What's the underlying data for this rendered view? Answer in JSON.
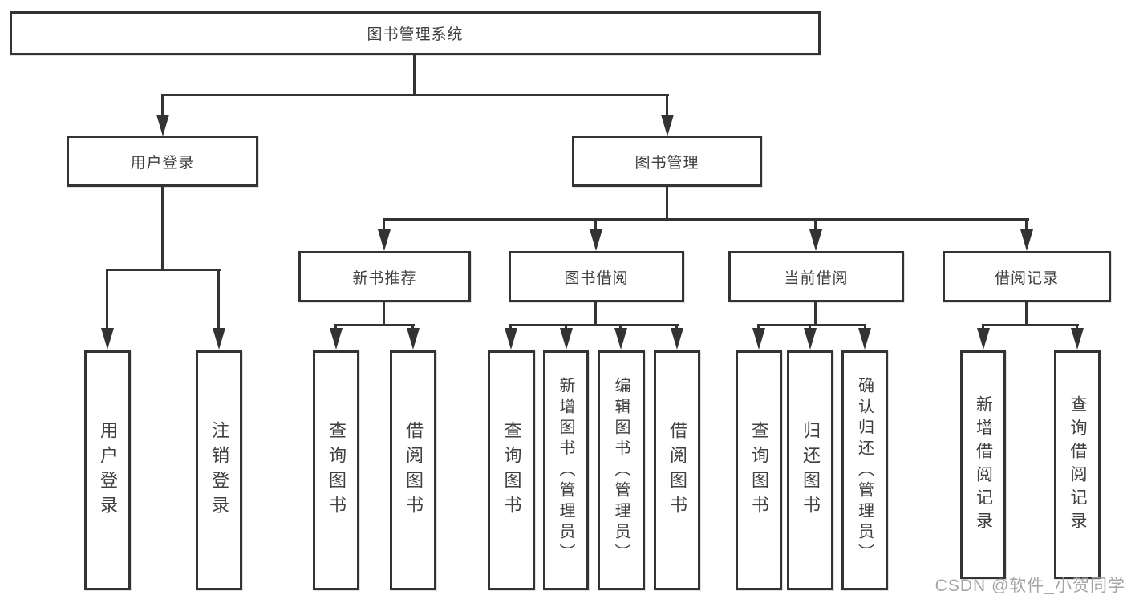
{
  "tree": {
    "label": "图书管理系统",
    "children": [
      {
        "label": "用户登录",
        "children": [
          {
            "label": "用户登录"
          },
          {
            "label": "注销登录"
          }
        ]
      },
      {
        "label": "图书管理",
        "children": [
          {
            "label": "新书推荐",
            "children": [
              {
                "label": "查询图书"
              },
              {
                "label": "借阅图书"
              }
            ]
          },
          {
            "label": "图书借阅",
            "children": [
              {
                "label": "查询图书"
              },
              {
                "label": "新增图书（管理员）"
              },
              {
                "label": "编辑图书（管理员）"
              },
              {
                "label": "借阅图书"
              }
            ]
          },
          {
            "label": "当前借阅",
            "children": [
              {
                "label": "查询图书"
              },
              {
                "label": "归还图书"
              },
              {
                "label": "确认归还（管理员）"
              }
            ]
          },
          {
            "label": "借阅记录",
            "children": [
              {
                "label": "新增借阅记录"
              },
              {
                "label": "查询借阅记录"
              }
            ]
          }
        ]
      }
    ]
  },
  "watermark": {
    "text": "CSDN @软件_小贺同学"
  },
  "colors": {
    "line": "#333333",
    "text": "#404040",
    "background": "#ffffff",
    "watermark": "#9e9e9e"
  }
}
